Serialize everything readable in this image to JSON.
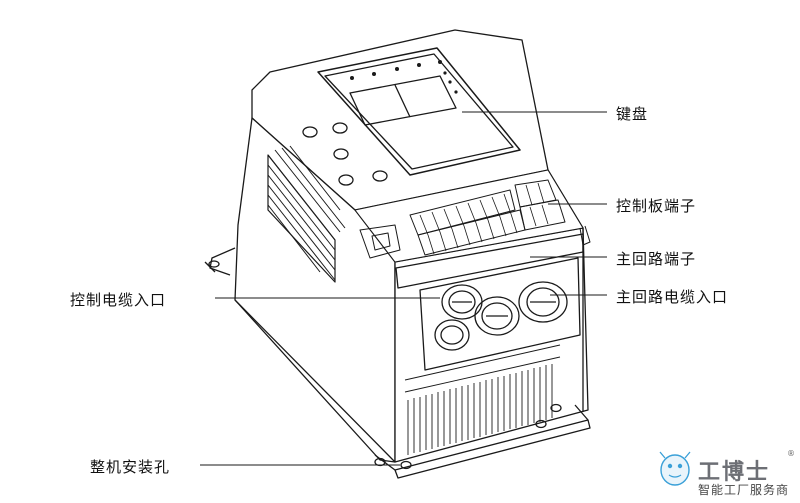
{
  "labels": {
    "keypad": "键盘",
    "control_board_terminal": "控制板端子",
    "main_circuit_terminal": "主回路端子",
    "control_cable_entry": "控制电缆入口",
    "main_circuit_cable_entry": "主回路电缆入口",
    "mounting_hole": "整机安装孔"
  },
  "logo": {
    "title": "工博士",
    "subtitle": "智能工厂服务商",
    "registered_mark": "®"
  },
  "colors": {
    "line": "#1a1a1a",
    "fill": "#ffffff",
    "logo_gray": "#6d6f75",
    "logo_blue": "#3aa0d8"
  }
}
